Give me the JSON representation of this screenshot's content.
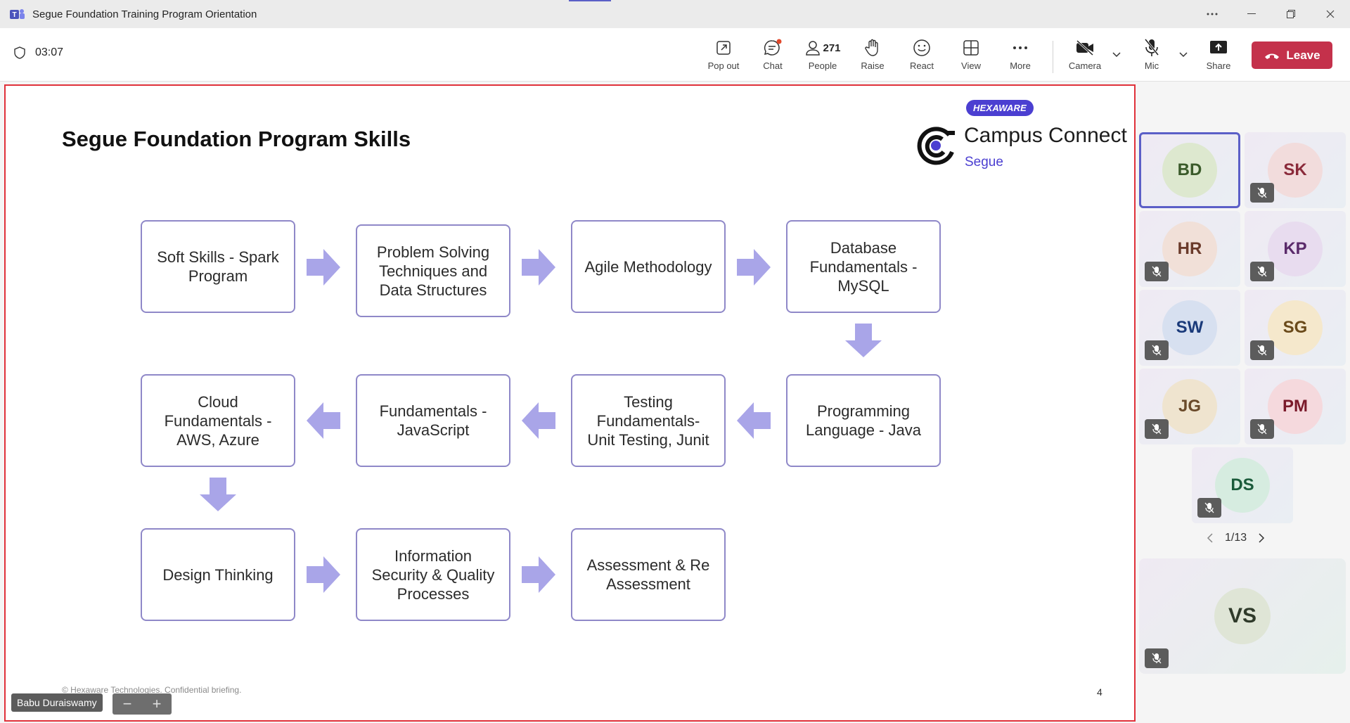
{
  "window": {
    "title": "Segue Foundation Training Program Orientation"
  },
  "toolbar": {
    "timer": "03:07",
    "pop_out": "Pop out",
    "chat": "Chat",
    "people_count": "271",
    "people": "People",
    "raise": "Raise",
    "react": "React",
    "view": "View",
    "more": "More",
    "camera": "Camera",
    "mic": "Mic",
    "share": "Share",
    "leave": "Leave"
  },
  "slide": {
    "title": "Segue Foundation Program Skills",
    "badge": "HEXAWARE",
    "brand": "Campus Connect",
    "sub_brand": "Segue",
    "steps": [
      "Soft Skills - Spark Program",
      "Problem Solving Techniques and Data Structures",
      "Agile Methodology",
      "Database Fundamentals - MySQL",
      "Programming Language - Java",
      "Testing Fundamentals- Unit Testing, Junit",
      "Fundamentals - JavaScript",
      "Cloud Fundamentals - AWS, Azure",
      "Design Thinking",
      "Information Security & Quality Processes",
      "Assessment & Re Assessment"
    ],
    "footer": "© Hexaware Technologies. Confidential briefing.",
    "page": "4"
  },
  "presenter": {
    "name": "Babu Duraiswamy"
  },
  "participants": [
    {
      "initials": "BD",
      "muted": false,
      "color": "#3a5a2a",
      "bg": "#dde8cf"
    },
    {
      "initials": "SK",
      "muted": true,
      "color": "#8a2a3a",
      "bg": "#f2dcdc"
    },
    {
      "initials": "HR",
      "muted": true,
      "color": "#6a3a2a",
      "bg": "#f1e0d8"
    },
    {
      "initials": "KP",
      "muted": true,
      "color": "#5a2a6a",
      "bg": "#e8dcef"
    },
    {
      "initials": "SW",
      "muted": true,
      "color": "#1a3a7a",
      "bg": "#d7e0f0"
    },
    {
      "initials": "SG",
      "muted": true,
      "color": "#6a4a1a",
      "bg": "#f5e8cc"
    },
    {
      "initials": "JG",
      "muted": true,
      "color": "#6a4a2a",
      "bg": "#efe4cf"
    },
    {
      "initials": "PM",
      "muted": true,
      "color": "#7a1a2a",
      "bg": "#f5d9dd"
    },
    {
      "initials": "DS",
      "muted": true,
      "color": "#1a5a3a",
      "bg": "#d6ece0"
    }
  ],
  "pager": {
    "label": "1/13"
  },
  "spotlight": {
    "initials": "VS",
    "color": "#2f3a2a",
    "bg": "#dfe5d6"
  }
}
